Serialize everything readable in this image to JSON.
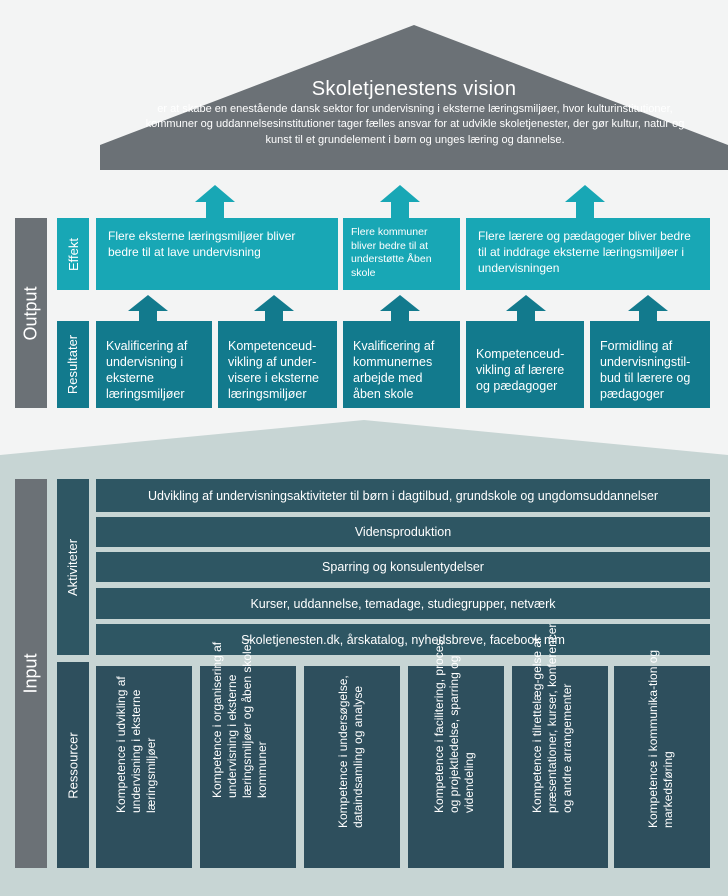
{
  "vision": {
    "title": "Skoletjenestens vision",
    "text": "er at skabe en enestående dansk sektor for undervisning i eksterne læringsmiljøer, hvor kulturinstitutioner, kommuner og uddannelsesinstitutioner tager fælles ansvar for at udvikle skoletjenester, der gør kultur, natur og kunst til et grundelement i børn og unges læring og dannelse."
  },
  "output": {
    "label": "Output",
    "effekt_label": "Effekt",
    "resultater_label": "Resultater",
    "effekt": [
      "Flere eksterne læringsmiljøer bliver bedre til at lave undervisning",
      "Flere kommuner bliver bedre til at understøtte Åben skole",
      "Flere lærere og pædagoger bliver bedre til at inddrage eksterne læringsmiljøer i undervisningen"
    ],
    "resultater": [
      "Kvalificering af undervisning i eksterne læringsmiljøer",
      "Kompetenceud-vikling af under-visere i eksterne læringsmiljøer",
      "Kvalificering af kommunernes arbejde med åben skole",
      "Kompetenceud-vikling af lærere og pædagoger",
      "Formidling af undervisningstil-bud til lærere og pædagoger"
    ]
  },
  "input": {
    "label": "Input",
    "aktiviteter_label": "Aktiviteter",
    "ressourcer_label": "Ressourcer",
    "aktiviteter": [
      "Udvikling af undervisningsaktiviteter til børn i dagtilbud, grundskole og ungdomsuddannelser",
      "Vidensproduktion",
      "Sparring og konsulentydelser",
      "Kurser, uddannelse, temadage, studiegrupper, netværk",
      "Skoletjenesten.dk, årskatalog, nyhedsbreve, facebook mm"
    ],
    "ressourcer": [
      "Kompetence i udvikling af undervisning i eksterne læringsmiljøer",
      "Kompetence i organisering af undervisning i eksterne læringsmiljøer og åben skole i kommuner",
      "Kompetence i undersøgelse, dataindsamling og analyse",
      "Kompetence i facilitering, proces- og projektledelse, sparring og videndeling",
      "Kompetence i tilrettelæg-gelse af præsentationer, kurser, konferencer og andre arrangementer",
      "Kompetence i kommunika-tion og markedsføring"
    ]
  },
  "colors": {
    "roof": "#6b7176",
    "effekt": "#18a7b5",
    "resultater": "#127a8d",
    "aktiviteter": "#2e5663",
    "ressourcer": "#2e4f5d",
    "side_label": "#6b7176",
    "input_band": "#c7d5d4",
    "page_bg": "#f3f4f4"
  }
}
